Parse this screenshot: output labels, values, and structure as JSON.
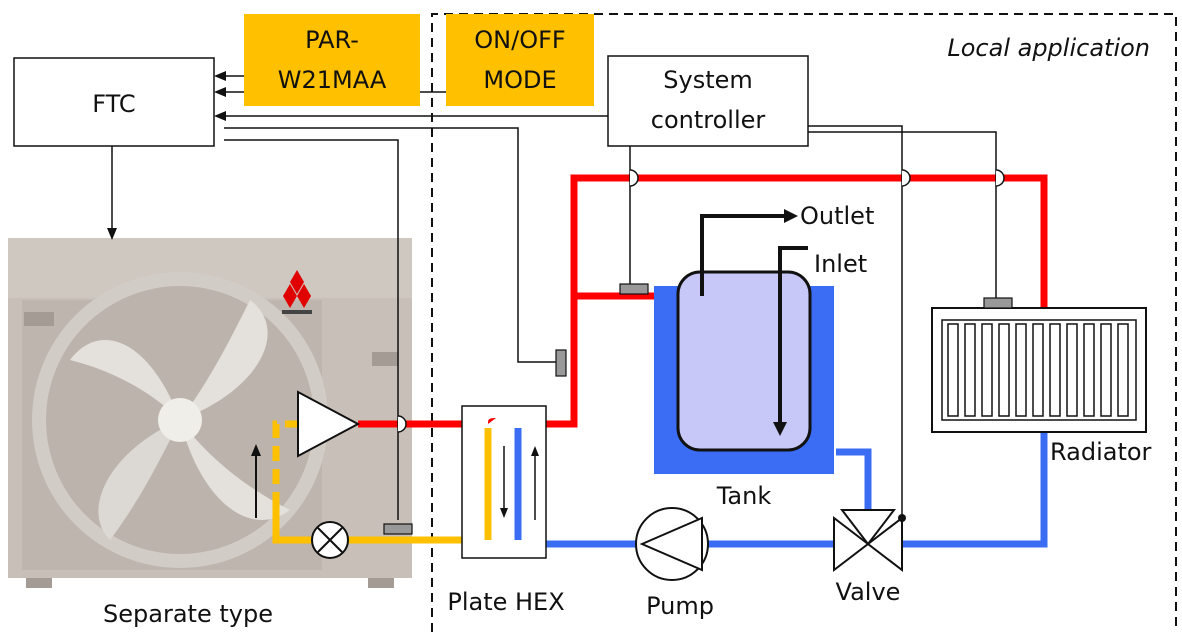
{
  "labels": {
    "ftc": "FTC",
    "par_line1": "PAR-",
    "par_line2": "W21MAA",
    "onoff_line1": "ON/OFF",
    "onoff_line2": "MODE",
    "system_line1": "System",
    "system_line2": "controller",
    "local_application": "Local application",
    "outlet": "Outlet",
    "inlet": "Inlet",
    "radiator": "Radiator",
    "tank": "Tank",
    "plate_hex": "Plate HEX",
    "pump": "Pump",
    "valve": "Valve",
    "separate_type": "Separate type"
  },
  "colors": {
    "hot_pipe": "#ff0000",
    "return_pipe": "#3a6cf4",
    "refrigerant_pipe": "#ffc000",
    "controller_box": "#ffc000",
    "tank_inner": "#c8c8f8",
    "outdoor_unit": "#c4bcb4",
    "mitsubishi_logo": "#e00000"
  }
}
